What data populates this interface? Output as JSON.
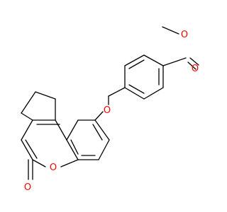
{
  "molecule": {
    "atoms": {
      "ester_carbonyl_o": "O",
      "ester_ether_o": "O",
      "benzyl_ether_o": "O",
      "lactone_ring_o": "O",
      "lactone_carbonyl_o": "O"
    },
    "colors": {
      "bond": "#000000",
      "oxygen": "#ff0000",
      "background": "#ffffff"
    }
  }
}
